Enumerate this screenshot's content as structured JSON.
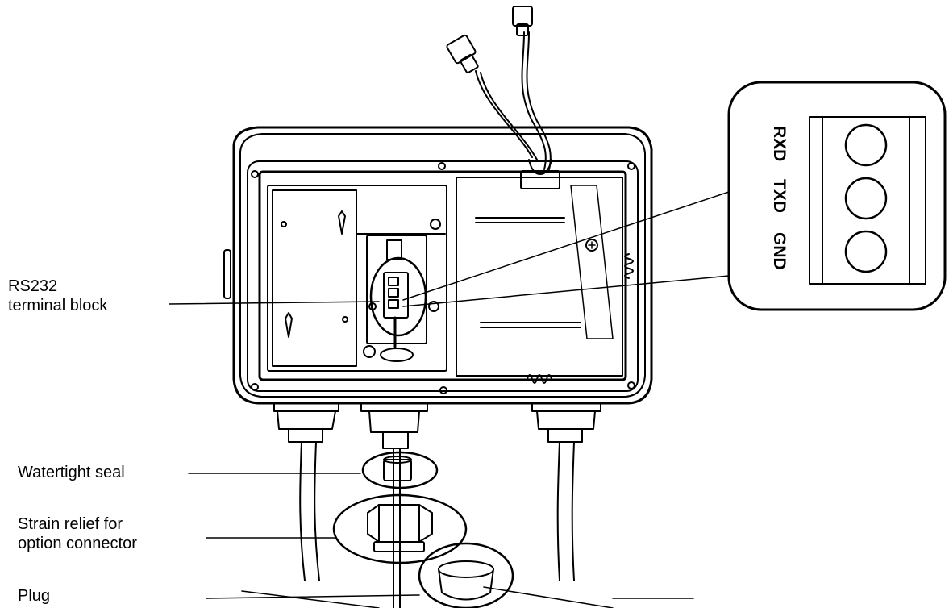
{
  "callouts": {
    "rs232_line1": "RS232",
    "rs232_line2": "terminal block",
    "watertight_seal": "Watertight seal",
    "strain_relief_line1": "Strain relief for",
    "strain_relief_line2": "option connector",
    "plug": "Plug"
  },
  "terminal_block": {
    "pins": [
      "RXD",
      "TXD",
      "GND"
    ]
  }
}
